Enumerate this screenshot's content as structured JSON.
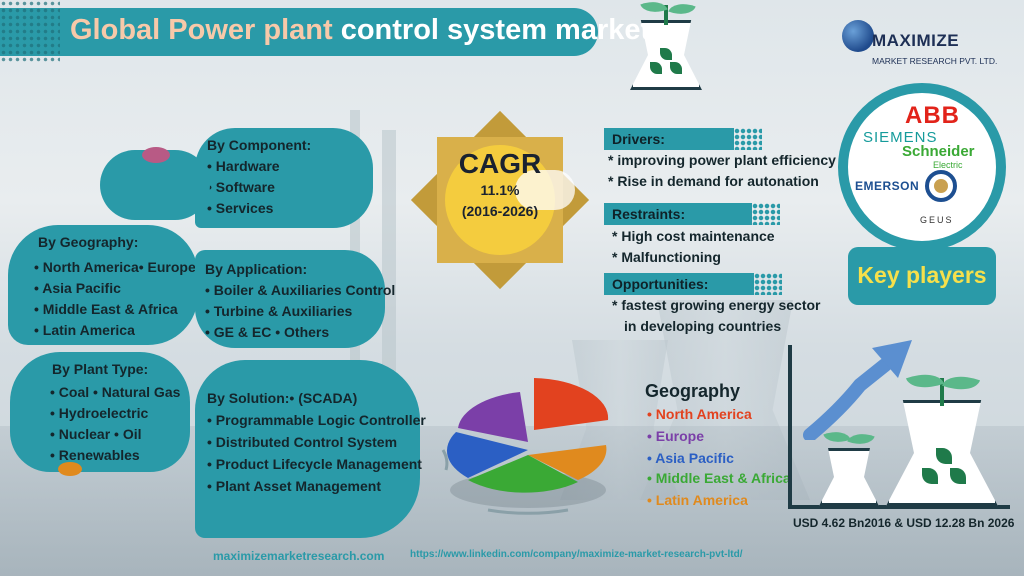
{
  "title": {
    "part1": "Global Power plant",
    "part2": "control system market"
  },
  "logo": {
    "name": "MAXIMIZE",
    "subtitle": "MARKET RESEARCH PVT. LTD."
  },
  "segments": {
    "component": {
      "heading": "By Component:",
      "items": [
        "• Hardware",
        "• Software",
        "• Services"
      ]
    },
    "geography": {
      "heading": "By Geography:",
      "items": [
        "• North America• Europe",
        "• Asia Pacific",
        "• Middle East & Africa",
        "• Latin America"
      ]
    },
    "application": {
      "heading": "By Application:",
      "items": [
        "• Boiler & Auxiliaries Control",
        "• Turbine & Auxiliaries",
        "• GE & EC • Others"
      ]
    },
    "plant_type": {
      "heading": "By Plant Type:",
      "items": [
        "• Coal • Natural Gas",
        "• Hydroelectric",
        "• Nuclear • Oil",
        "• Renewables"
      ]
    },
    "solution": {
      "heading": "By Solution:• (SCADA)",
      "items": [
        "• Programmable Logic Controller",
        "• Distributed Control System",
        "• Product Lifecycle Management",
        "• Plant Asset Management"
      ]
    }
  },
  "cagr": {
    "title": "CAGR",
    "value": "11.1%",
    "years": "(2016-2026)"
  },
  "drivers": {
    "label": "Drivers:",
    "items": [
      "* improving power plant efficiency",
      "* Rise in demand for autonation"
    ]
  },
  "restraints": {
    "label": "Restraints:",
    "items": [
      "* High cost maintenance",
      "* Malfunctioning"
    ]
  },
  "opportunities": {
    "label": "Opportunities:",
    "items": [
      "* fastest growing energy sector",
      "in developing countries"
    ]
  },
  "key_players": {
    "label": "Key players",
    "logos": {
      "abb": "ABB",
      "siemens": "SIEMENS",
      "schneider": "Schneider",
      "electric": "Electric",
      "emerson": "EMERSON",
      "geus": "GEUS"
    }
  },
  "geography_chart": {
    "title": "Geography",
    "items": [
      {
        "label": "• North America",
        "color": "#e2421f"
      },
      {
        "label": "• Europe",
        "color": "#7b3fa8"
      },
      {
        "label": "• Asia Pacific",
        "color": "#2b5fc4"
      },
      {
        "label": "• Middle East & Africa",
        "color": "#3aa935"
      },
      {
        "label": "• Latin America",
        "color": "#e08a1e"
      }
    ]
  },
  "growth": {
    "label": "USD 4.62 Bn2016 & USD 12.28 Bn 2026"
  },
  "footer": {
    "site": "maximizemarketresearch.com",
    "link": "https://www.linkedin.com/company/maximize-market-research-pvt-ltd/"
  },
  "colors": {
    "teal": "#2a9aa8",
    "gold": "#f4cc3e",
    "dark": "#1f3b45"
  }
}
